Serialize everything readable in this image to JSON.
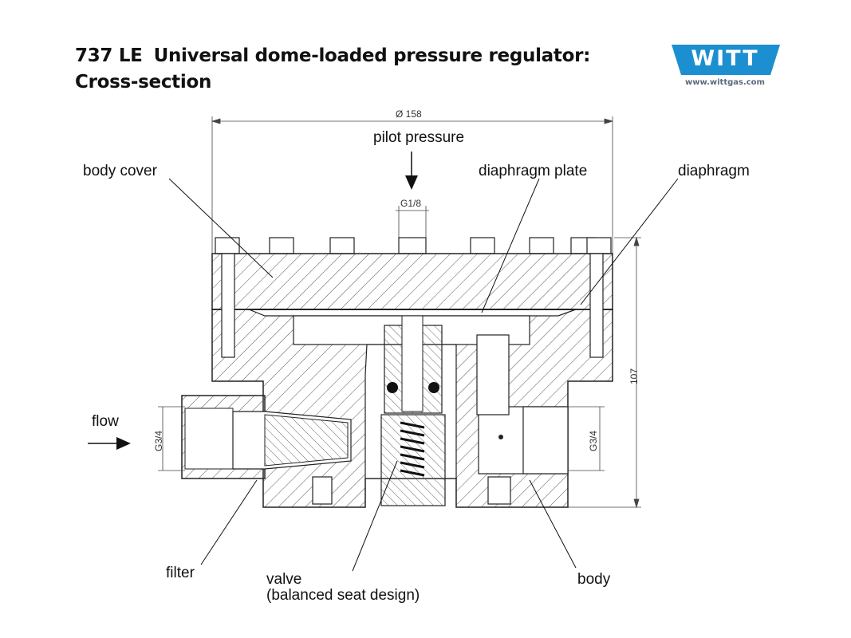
{
  "header": {
    "model": "737 LE",
    "title_line1": "Universal dome-loaded pressure regulator:",
    "title_line2": "Cross-section"
  },
  "logo": {
    "brand": "WITT",
    "url": "www.wittgas.com",
    "color": "#1b8fd0"
  },
  "labels": {
    "pilot_pressure": "pilot pressure",
    "body_cover": "body cover",
    "diaphragm_plate": "diaphragm plate",
    "diaphragm": "diaphragm",
    "flow": "flow",
    "filter": "filter",
    "valve_line1": "valve",
    "valve_line2": "(balanced seat design)",
    "body": "body"
  },
  "dimensions": {
    "diameter": "Ø 158",
    "height": "107",
    "pilot_port": "G1/8",
    "inlet_port": "G3/4",
    "outlet_port": "G3/4"
  }
}
